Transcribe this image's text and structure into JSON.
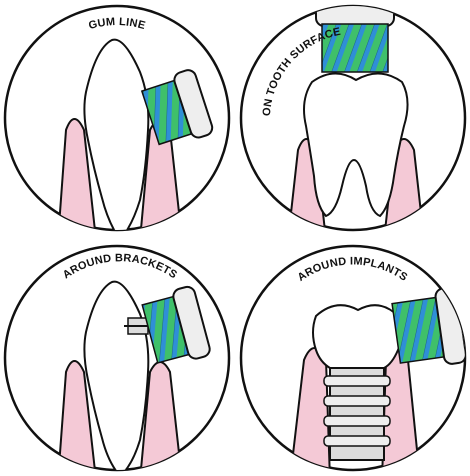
{
  "panels": [
    {
      "id": "gum-line",
      "label": "GUM LINE"
    },
    {
      "id": "tooth-surface",
      "label": "ON TOOTH SURFACE"
    },
    {
      "id": "brackets",
      "label": "AROUND BRACKETS"
    },
    {
      "id": "implants",
      "label": "AROUND IMPLANTS"
    }
  ],
  "colors": {
    "outline": "#111111",
    "gum": "#f4c9d6",
    "tooth": "#ffffff",
    "bristle_blue": "#2f8fd6",
    "bristle_green": "#3fc06a",
    "brush_head": "#eeeeee",
    "implant": "#dcdcdc"
  },
  "icons": [
    "brush-head-icon",
    "tooth-icon",
    "gum-icon",
    "bracket-icon",
    "implant-screw-icon"
  ]
}
